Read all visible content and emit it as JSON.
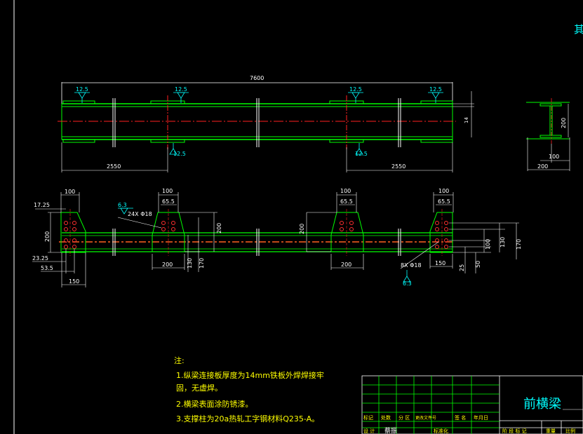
{
  "corner_char": "其",
  "top_view": {
    "overall_length": "7600",
    "weld_label": "12.5",
    "flange_dim": "14",
    "left_span": "2550",
    "right_span": "2550"
  },
  "section_view": {
    "height": "200",
    "half_width": "100",
    "width": "200"
  },
  "bottom_view": {
    "w100": "100",
    "w65": "65.5",
    "d1725": "17.25",
    "d200": "200",
    "d2325": "23.25",
    "d535": "53.5",
    "w150": "150",
    "weld63": "6.3",
    "hole_upper": "24X Φ18",
    "hole_lower": "8X Φ18",
    "w200": "200",
    "d130": "130",
    "d170": "170",
    "d25": "25",
    "d50": "50"
  },
  "notes": {
    "title": "注:",
    "line1": "1.纵梁连接板厚度为14mm铁板外焊焊接牢",
    "line2": "固，无虚焊。",
    "line3": "2.横梁表面涂防锈漆。",
    "line4": "3.支撑柱为20a热轧工字钢材料Q235-A。"
  },
  "title_block": {
    "drawing_name": "前横梁",
    "r1": [
      "标记",
      "处数",
      "分 区",
      "更改文件号",
      "签 名",
      "年月日"
    ],
    "r2": [
      "设 计",
      "蔡振",
      "",
      "标准化"
    ],
    "r3": [
      "阶 段 标 记",
      "重量",
      "比例"
    ]
  },
  "colors": {
    "green": "#00ff00",
    "red": "#ff2020",
    "white": "#ffffff",
    "yellow": "#ffff00",
    "cyan": "#00ffff"
  }
}
